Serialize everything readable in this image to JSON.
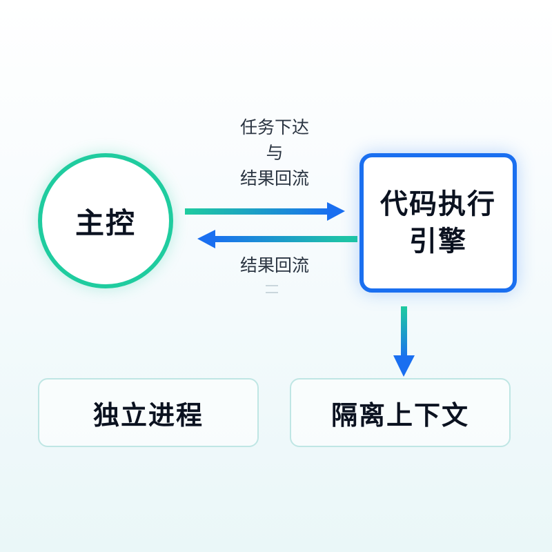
{
  "nodes": {
    "main_control": "主控",
    "engine_line1": "代码执行",
    "engine_line2": "引擎",
    "independent_process": "独立进程",
    "isolated_context": "隔离上下文"
  },
  "edges": {
    "forward_line1": "任务下达",
    "forward_line2": "与",
    "forward_line3": "结果回流",
    "backward_label": "结果回流"
  },
  "colors": {
    "teal": "#1fcc9f",
    "blue": "#1a6ff0",
    "box_border": "#bfe6e4"
  }
}
